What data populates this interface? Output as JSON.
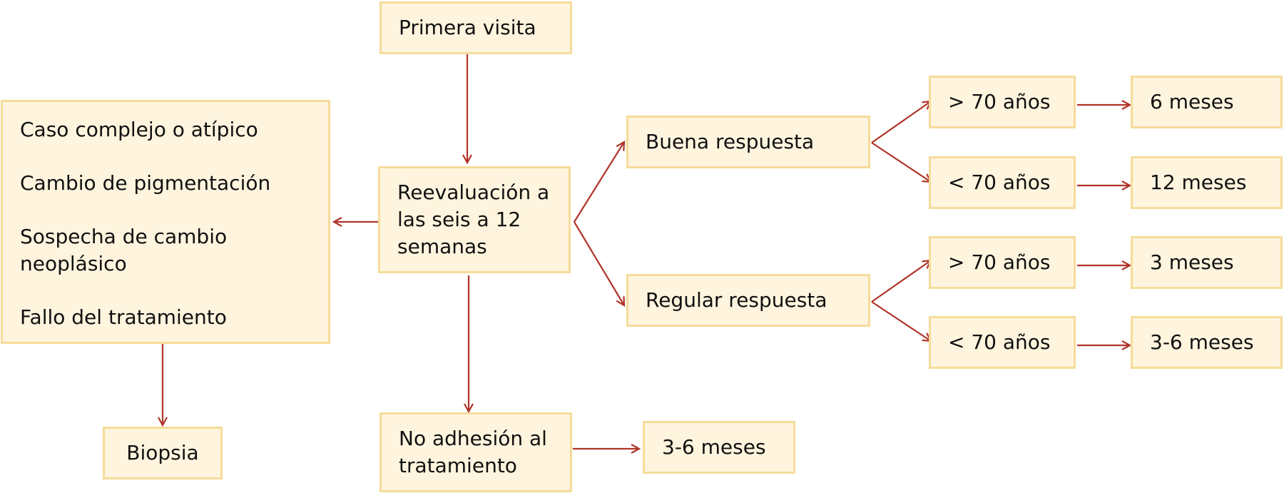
{
  "colors": {
    "box_fill": "#fff4de",
    "box_border": "#f6dc9a",
    "arrow": "#b03328"
  },
  "nodes": {
    "first_visit": "Primera visita",
    "reevaluation": "Reevaluación a las seis a 12 semanas",
    "criteria": [
      "Caso complejo o atípico",
      "Cambio de pigmentación",
      "Sospecha de cambio neoplásico",
      "Fallo del tratamiento"
    ],
    "biopsy": "Biopsia",
    "non_adherence": "No adhesión al tratamiento",
    "non_adherence_followup": "3-6 meses",
    "good_response": "Buena respuesta",
    "regular_response": "Regular respuesta",
    "good_over_70": "> 70 años",
    "good_under_70": "< 70 años",
    "regular_over_70": "> 70 años",
    "regular_under_70": "< 70 años",
    "good_over_70_followup": "6 meses",
    "good_under_70_followup": "12 meses",
    "regular_over_70_followup": "3 meses",
    "regular_under_70_followup": "3-6 meses"
  }
}
